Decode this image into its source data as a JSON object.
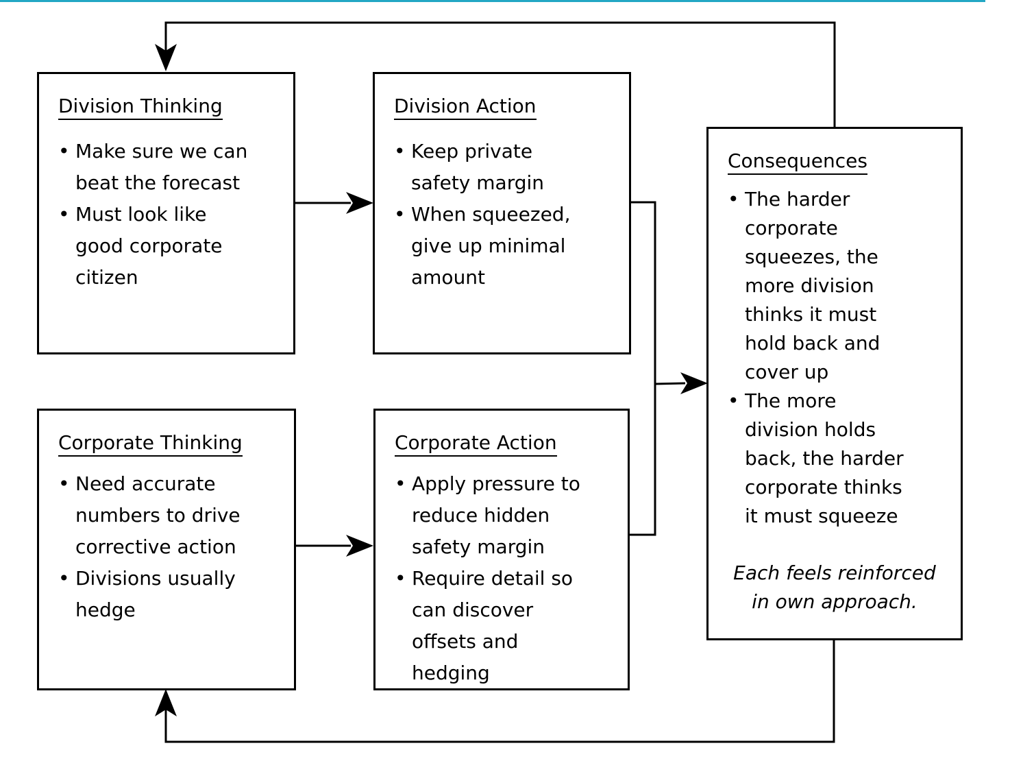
{
  "boxes": {
    "division_thinking": {
      "title": "Division Thinking",
      "bullets": [
        "Make sure we can\nbeat the forecast",
        "Must look like\ngood corporate\ncitizen"
      ]
    },
    "division_action": {
      "title": "Division Action",
      "bullets": [
        "Keep private\nsafety margin",
        "When squeezed,\ngive up minimal\namount"
      ]
    },
    "corporate_thinking": {
      "title": "Corporate Thinking",
      "bullets": [
        "Need accurate\nnumbers to drive\ncorrective action",
        "Divisions usually\nhedge"
      ]
    },
    "corporate_action": {
      "title": "Corporate Action",
      "bullets": [
        "Apply pressure to\nreduce hidden\nsafety margin",
        "Require detail so\ncan discover\noffsets and\nhedging"
      ]
    },
    "consequences": {
      "title": "Consequences",
      "bullets": [
        "The harder\ncorporate\nsqueezes, the\nmore division\nthinks it must\nhold back and\ncover up",
        "The more\ndivision holds\nback, the harder\ncorporate thinks\nit must squeeze"
      ],
      "note": "Each feels reinforced\nin own approach."
    }
  },
  "bullet_symbol": "•",
  "colors": {
    "top_rule": "#23a7c4",
    "line": "#000000"
  }
}
